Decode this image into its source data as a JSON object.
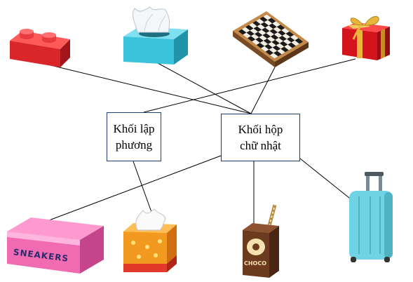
{
  "categories": {
    "cube": {
      "line1": "Khối lập",
      "line2": "phương"
    },
    "cuboid": {
      "line1": "Khối hộp",
      "line2": "chữ nhật"
    }
  },
  "objects": [
    {
      "id": "lego-brick",
      "matches": "cuboid"
    },
    {
      "id": "tissue-box-blue",
      "matches": "cuboid"
    },
    {
      "id": "chess-board",
      "matches": "cuboid"
    },
    {
      "id": "gift-box",
      "matches": "cube"
    },
    {
      "id": "sneakers-box",
      "matches": "cuboid"
    },
    {
      "id": "tissue-box-orange",
      "matches": "cube"
    },
    {
      "id": "choco-milk-carton",
      "matches": "cuboid"
    },
    {
      "id": "suitcase",
      "matches": "cuboid"
    }
  ],
  "shoebox_text": "SNEAKERS",
  "carton_text": "CHOCO",
  "colors": {
    "line": "#000000",
    "box_border": "#1f3f73",
    "lego": "#d9262b",
    "tissue_blue": "#3cc3dc",
    "gift": "#d4141c",
    "ribbon": "#e9b53b",
    "shoebox": "#f06bb2",
    "tissue_orange": "#f29a1f",
    "carton": "#6b3a1f",
    "suitcase": "#6fd3e3"
  }
}
